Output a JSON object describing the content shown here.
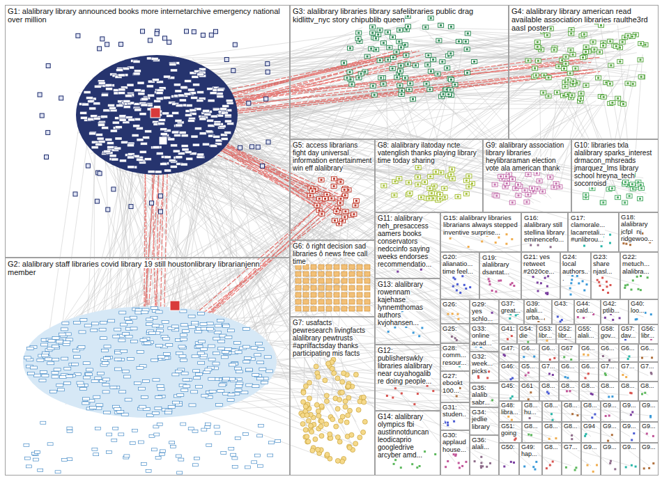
{
  "diagram": {
    "nodes": [
      {
        "text": [
          "G1: alalibrary library announced books more internetarchive emergency national over million"
        ]
      },
      {
        "text": [
          "G2: alalibrary staff libraries covid library 19 still houstonlibrary librarianjenn member"
        ]
      },
      {
        "text": [
          "G3: alalibrary libraries library safelibraries public drag kidlittv_nyc story chipublib queen"
        ]
      },
      {
        "text": [
          "G4: alalibrary library american read available association libraries raulthe3rd aasl poster"
        ]
      },
      {
        "text": [
          "G5: access librarians fight day universal information entertainment win eff alalibrary"
        ]
      },
      {
        "text": [
          "G6: ô right decision sad libraries ô news free call time"
        ]
      },
      {
        "text": [
          "G7: usafacts pewresearch livingfacts alalibrary pewtrusts #aprilfactsday thanks participating mis facts"
        ]
      },
      {
        "text": [
          "G8: alalibrary ilatoday ncte vatenglish thanks playing library time today sharing"
        ]
      },
      {
        "text": [
          "G9: alalibrary association library libraries heylibraraman election vote ala american thank"
        ]
      },
      {
        "text": [
          "G10: libraries txla alalibrary sparks_interest drmacon_mhsreads jmarquez_lms library school hreyna_tech socorroisd"
        ]
      },
      {
        "text": [
          "G11: alalibrary neh_presaccess aamers books conservators nedccinfo saying weeks endorses recommendatio..."
        ]
      },
      {
        "text": [
          "G13: alalibrary rowennam kajehase lynnemthomas authors kvjohansen..."
        ]
      },
      {
        "text": [
          "G12: publisherswkly libraries alalibrary near cuyahogalib re doing people..."
        ]
      },
      {
        "text": [
          "G14: alalibrary olympics fbi austinnotduncan leodicaprio googledrive arcyber amd..."
        ]
      },
      {
        "text": [
          "G15: alalibrary libraries librarians always stepped inventive surprise..."
        ]
      },
      {
        "text": [
          "G16: alalibrary still stellina library eminencefo..."
        ]
      },
      {
        "text": [
          "G17: clamorale... lacarretali... #unlibrou..."
        ]
      },
      {
        "text": [
          "G18: alalibrary jcfpl_nj ridgewoo..."
        ]
      },
      {
        "text": [
          "G20: alianatio... time feel..."
        ]
      },
      {
        "text": [
          "G19: alalibrary dsantat..."
        ]
      },
      {
        "text": [
          "G21: yes retweet #2020ce..."
        ]
      },
      {
        "text": [
          "G24: local authors..."
        ]
      },
      {
        "text": [
          "G23: share njasl..."
        ]
      },
      {
        "text": [
          "G22: metuch... alalibra..."
        ]
      },
      {
        "text": [
          "G26:"
        ]
      },
      {
        "text": [
          "G25:"
        ]
      },
      {
        "text": [
          "G28: comm... resour..."
        ]
      },
      {
        "text": [
          "G27: ebookt 100..."
        ]
      },
      {
        "text": [
          "G31: studen..."
        ]
      },
      {
        "text": [
          "G30: applaud house..."
        ]
      },
      {
        "text": [
          "G29: yes schlo..."
        ]
      },
      {
        "text": [
          "G33: online acad..."
        ]
      },
      {
        "text": [
          "G32: week... picks"
        ]
      },
      {
        "text": [
          "G35: alalib sabr..."
        ]
      },
      {
        "text": [
          "G34: jedlie library"
        ]
      },
      {
        "text": [
          "G36: alali..."
        ]
      },
      {
        "text": [
          "G37: great..."
        ]
      },
      {
        "text": [
          "G39: alali... urba..."
        ]
      },
      {
        "text": [
          "G43:"
        ]
      },
      {
        "text": [
          "G44: cald..."
        ]
      },
      {
        "text": [
          "G42: ptlib..."
        ]
      },
      {
        "text": [
          "G40: loo..."
        ]
      },
      {
        "text": [
          "G41:"
        ]
      },
      {
        "text": [
          "G54: die"
        ]
      },
      {
        "text": [
          "G53: libr..."
        ]
      },
      {
        "text": [
          "G52: libr..."
        ]
      },
      {
        "text": [
          "G55: alali..."
        ]
      },
      {
        "text": [
          "G58: gov..."
        ]
      },
      {
        "text": [
          "G57: dav..."
        ]
      },
      {
        "text": [
          "G56: libr..."
        ]
      },
      {
        "text": [
          "G47:"
        ]
      },
      {
        "text": [
          "G6..."
        ]
      },
      {
        "text": [
          "G6..."
        ]
      },
      {
        "text": [
          "G67"
        ]
      },
      {
        "text": [
          "G6..."
        ]
      },
      {
        "text": [
          "G6..."
        ]
      },
      {
        "text": [
          "G6..."
        ]
      },
      {
        "text": [
          "G6..."
        ]
      },
      {
        "text": [
          "G46:"
        ]
      },
      {
        "text": [
          "G5..."
        ]
      },
      {
        "text": [
          "G7..."
        ]
      },
      {
        "text": [
          "G6..."
        ]
      },
      {
        "text": [
          "G6..."
        ]
      },
      {
        "text": [
          "G7..."
        ]
      },
      {
        "text": [
          "G7..."
        ]
      },
      {
        "text": [
          "G7..."
        ]
      },
      {
        "text": [
          "G45:"
        ]
      },
      {
        "text": [
          "G61"
        ]
      },
      {
        "text": [
          "G8..."
        ]
      },
      {
        "text": [
          "G8..."
        ]
      },
      {
        "text": [
          "G8..."
        ]
      },
      {
        "text": [
          "G8..."
        ]
      },
      {
        "text": [
          "G8..."
        ]
      },
      {
        "text": [
          "G8..."
        ]
      },
      {
        "text": [
          "G48: libra..."
        ]
      },
      {
        "text": [
          "G8... hu..."
        ]
      },
      {
        "text": [
          "G8..."
        ]
      },
      {
        "text": [
          "G8..."
        ]
      },
      {
        "text": [
          "G8..."
        ]
      },
      {
        "text": [
          "G9..."
        ]
      },
      {
        "text": [
          "G9..."
        ]
      },
      {
        "text": [
          "G9..."
        ]
      },
      {
        "text": [
          "G51: going"
        ]
      },
      {
        "text": [
          "G8..."
        ]
      },
      {
        "text": [
          "G8..."
        ]
      },
      {
        "text": [
          "G8..."
        ]
      },
      {
        "text": [
          "G94"
        ]
      },
      {
        "text": [
          "G9..."
        ]
      },
      {
        "text": [
          "G9..."
        ]
      },
      {
        "text": [
          "G9..."
        ]
      },
      {
        "text": [
          "G50:"
        ]
      },
      {
        "text": [
          "G49: hap..."
        ]
      },
      {
        "text": [
          "G8..."
        ]
      },
      {
        "text": [
          "G7..."
        ]
      },
      {
        "text": [
          "G9..."
        ]
      },
      {
        "text": [
          "G9..."
        ]
      },
      {
        "text": [
          "G9..."
        ]
      },
      {
        "text": [
          "G9..."
        ]
      }
    ]
  }
}
